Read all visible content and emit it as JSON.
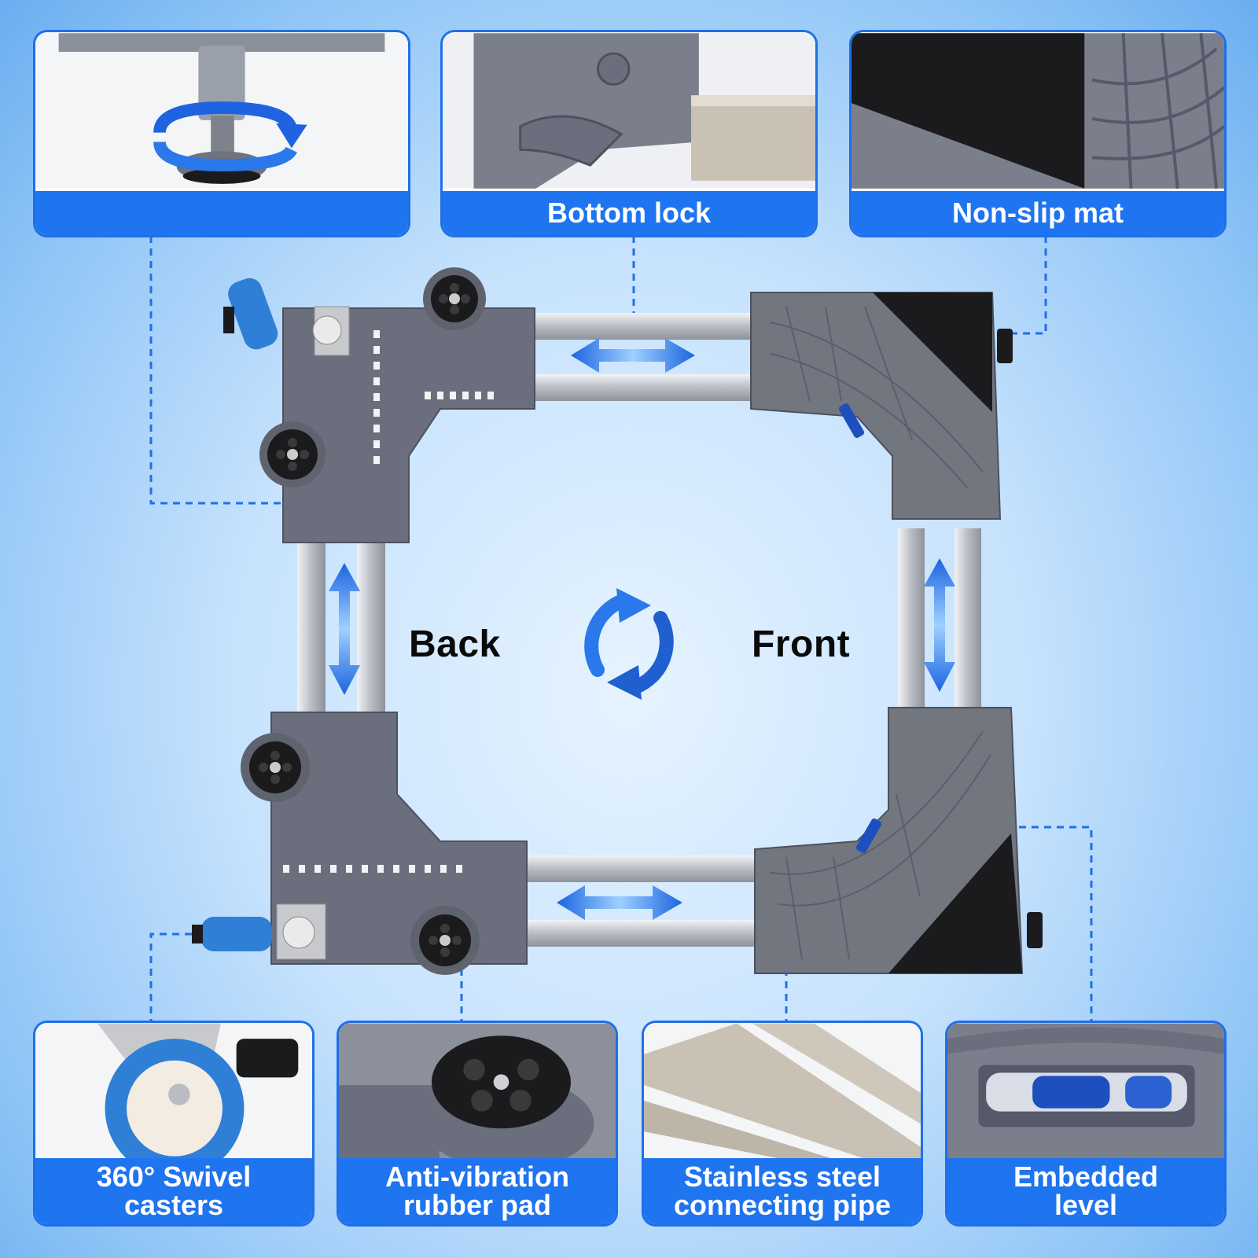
{
  "top_cards": [
    {
      "name": "adjustable-foot",
      "caption": ""
    },
    {
      "name": "bottom-lock",
      "caption": "Bottom lock"
    },
    {
      "name": "non-slip-mat",
      "caption": "Non-slip mat"
    }
  ],
  "bottom_cards": [
    {
      "name": "swivel-casters",
      "lines": [
        "360° Swivel",
        "casters"
      ]
    },
    {
      "name": "rubber-pad",
      "lines": [
        "Anti-vibration",
        "rubber pad"
      ]
    },
    {
      "name": "steel-pipe",
      "lines": [
        "Stainless steel",
        "connecting pipe"
      ]
    },
    {
      "name": "embedded-level",
      "lines": [
        "Embedded",
        "level"
      ]
    }
  ],
  "center": {
    "back_label": "Back",
    "front_label": "Front"
  },
  "colors": {
    "accent": "#1f74f0",
    "frame": "#6b6f7d",
    "pipe": "#c9ccd1",
    "caster": "#2f7fd6"
  },
  "icons": [
    "rotate-arrow-icon",
    "double-arrow-icon",
    "swap-arrows-icon"
  ]
}
